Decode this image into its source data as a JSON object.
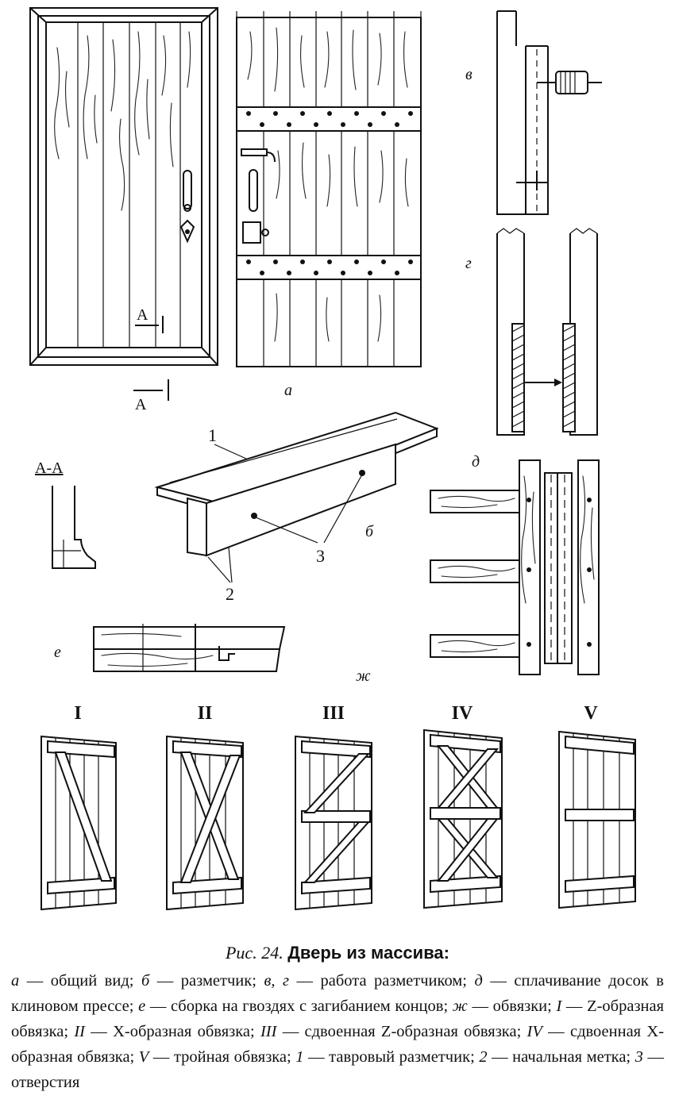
{
  "figure": {
    "caption_ref": "Рис. 24.",
    "caption_title": "Дверь из массива:",
    "section_marker": "А",
    "section_label": "А-А",
    "view_labels": [
      "а",
      "б",
      "в",
      "г",
      "д",
      "е",
      "ж"
    ],
    "part_numbers": [
      "1",
      "2",
      "3"
    ],
    "variant_labels": [
      "I",
      "II",
      "III",
      "IV",
      "V"
    ]
  },
  "legend": [
    {
      "key": "а",
      "text": "общий вид"
    },
    {
      "key": "б",
      "text": "разметчик"
    },
    {
      "key": "в, г",
      "text": "работа разметчиком"
    },
    {
      "key": "д",
      "text": "сплачивание досок в клиновом прессе"
    },
    {
      "key": "е",
      "text": "сборка на гвоздях с загибанием концов"
    },
    {
      "key": "ж",
      "text": "обвязки"
    },
    {
      "key": "I",
      "text": "Z-образная обвязка"
    },
    {
      "key": "II",
      "text": "X-образная обвязка"
    },
    {
      "key": "III",
      "text": "сдвоенная Z-образная обвязка"
    },
    {
      "key": "IV",
      "text": "сдвоенная X-образная обвязка"
    },
    {
      "key": "V",
      "text": "тройная обвязка"
    },
    {
      "key": "1",
      "text": "тавровый разметчик"
    },
    {
      "key": "2",
      "text": "начальная метка"
    },
    {
      "key": "3",
      "text": "отверстия"
    }
  ]
}
